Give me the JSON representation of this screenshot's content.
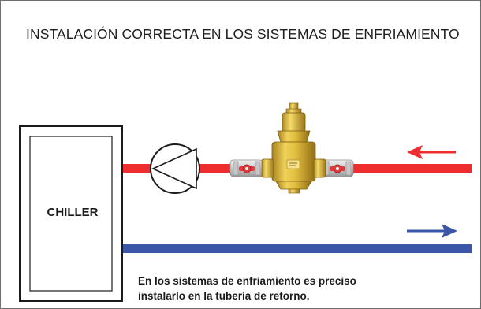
{
  "title": "INSTALACIÓN CORRECTA EN LOS SISTEMAS DE ENFRIAMIENTO",
  "chiller": {
    "label": "CHILLER"
  },
  "caption": {
    "line1": "En los sistemas de enfriamiento es preciso",
    "line2": "instalarlo en la tubería de retorno."
  },
  "colors": {
    "supply_pipe": "#ee2e2e",
    "return_pipe": "#3b56a6",
    "separator_body": "#d9b339",
    "border": "#1b1b1b"
  },
  "icons": {
    "pump": "pump-icon",
    "separator": "air-dirt-separator-icon",
    "valves": "ball-valve-icon",
    "flow_in": "arrow-left-icon",
    "flow_out": "arrow-right-icon"
  }
}
